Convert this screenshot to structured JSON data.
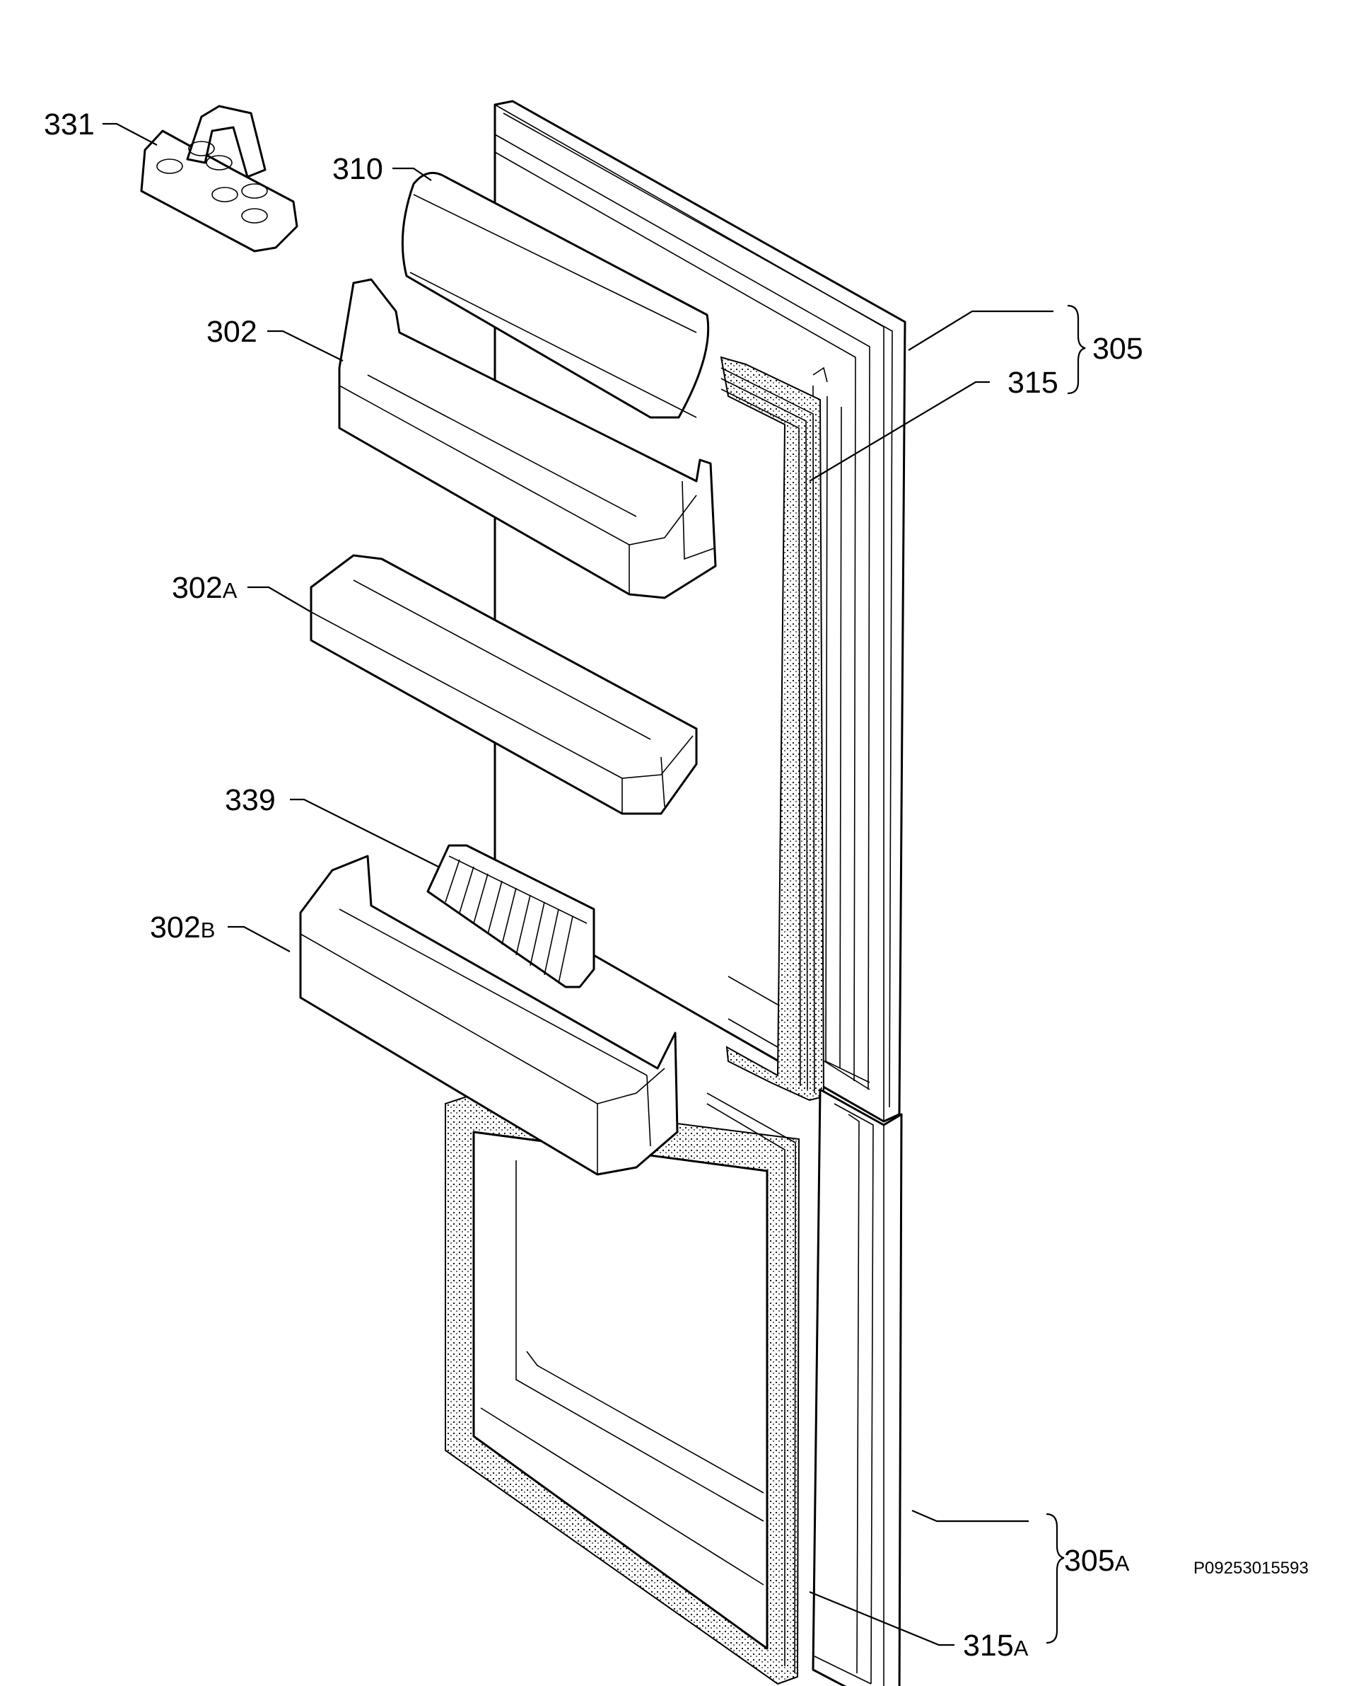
{
  "labels": {
    "p331": "331",
    "p310": "310",
    "p302": "302",
    "p305": "305",
    "p315": "315",
    "p302a_num": "302",
    "p302a_suf": "A",
    "p339": "339",
    "p302b_num": "302",
    "p302b_suf": "B",
    "p305a_num": "305",
    "p305a_suf": "A",
    "p315a_num": "315",
    "p315a_suf": "A"
  },
  "drawing_code": "P09253015593"
}
